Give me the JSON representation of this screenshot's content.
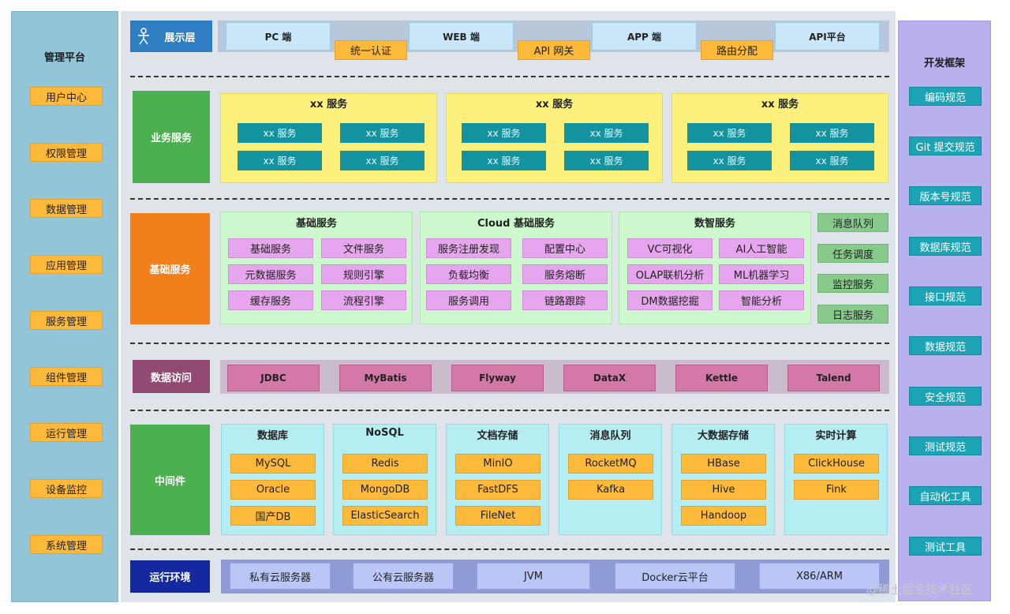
{
  "left_panel": {
    "title": "管理平台",
    "items": [
      "用户中心",
      "权限管理",
      "数据管理",
      "应用管理",
      "服务管理",
      "组件管理",
      "运行管理",
      "设备监控",
      "系统管理"
    ]
  },
  "right_panel": {
    "title": "开发框架",
    "items": [
      "编码规范",
      "Git 提交规范",
      "版本号规范",
      "数据库规范",
      "接口规范",
      "数据规范",
      "安全规范",
      "测试规范",
      "自动化工具",
      "测试工具"
    ]
  },
  "presentation": {
    "label": "展示层",
    "clients": [
      "PC 端",
      "WEB 端",
      "APP 端",
      "API平台"
    ],
    "gateways": [
      "统一认证",
      "API 网关",
      "路由分配"
    ]
  },
  "business": {
    "label": "业务服务",
    "groups": [
      {
        "title": "xx 服务",
        "items": [
          "xx 服务",
          "xx 服务",
          "xx 服务",
          "xx 服务"
        ]
      },
      {
        "title": "xx 服务",
        "items": [
          "xx 服务",
          "xx 服务",
          "xx 服务",
          "xx 服务"
        ]
      },
      {
        "title": "xx 服务",
        "items": [
          "xx 服务",
          "xx 服务",
          "xx 服务",
          "xx 服务"
        ]
      }
    ]
  },
  "basic": {
    "label": "基础服务",
    "groups": [
      {
        "title": "基础服务",
        "items": [
          "基础服务",
          "文件服务",
          "元数据服务",
          "规则引擎",
          "缓存服务",
          "流程引擎"
        ]
      },
      {
        "title": "Cloud 基础服务",
        "items": [
          "服务注册发现",
          "配置中心",
          "负载均衡",
          "服务熔断",
          "服务调用",
          "链路跟踪"
        ]
      },
      {
        "title": "数智服务",
        "items": [
          "VC可视化",
          "AI人工智能",
          "OLAP联机分析",
          "ML机器学习",
          "DM数据挖掘",
          "智能分析"
        ]
      }
    ],
    "extras": [
      "消息队列",
      "任务调度",
      "监控服务",
      "日志服务"
    ]
  },
  "data_access": {
    "label": "数据访问",
    "items": [
      "JDBC",
      "MyBatis",
      "Flyway",
      "DataX",
      "Kettle",
      "Talend"
    ]
  },
  "middleware": {
    "label": "中间件",
    "groups": [
      {
        "title": "数据库",
        "items": [
          "MySQL",
          "Oracle",
          "国产DB"
        ]
      },
      {
        "title": "NoSQL",
        "items": [
          "Redis",
          "MongoDB",
          "ElasticSearch"
        ]
      },
      {
        "title": "文档存储",
        "items": [
          "MinIO",
          "FastDFS",
          "FileNet"
        ]
      },
      {
        "title": "消息队列",
        "items": [
          "RocketMQ",
          "Kafka"
        ]
      },
      {
        "title": "大数据存储",
        "items": [
          "HBase",
          "Hive",
          "Handoop"
        ]
      },
      {
        "title": "实时计算",
        "items": [
          "ClickHouse",
          "Fink"
        ]
      }
    ]
  },
  "runtime": {
    "label": "运行环境",
    "items": [
      "私有云服务器",
      "公有云服务器",
      "JVM",
      "Docker云平台",
      "X86/ARM"
    ]
  },
  "watermark": "@稀土掘金技术社区",
  "colors": {
    "presentation_label": "#2f7ec3",
    "business_label": "#4caf50",
    "basic_label": "#f07f1c",
    "data_access_label": "#914b73",
    "middleware_label": "#4caf50",
    "runtime_label": "#1428a0"
  }
}
